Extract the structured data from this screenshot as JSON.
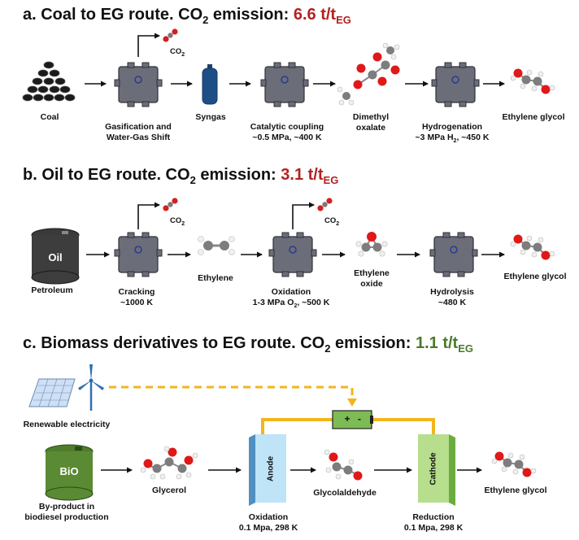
{
  "sections": {
    "a": {
      "title_prefix": "a. Coal to EG route. CO",
      "title_sub": "2",
      "title_mid": " emission: ",
      "value": "6.6 t/t",
      "value_sub": "EG",
      "labels": {
        "coal": "Coal",
        "gasification_1": "Gasification and",
        "gasification_2": "Water-Gas Shift",
        "syngas": "Syngas",
        "coupling_1": "Catalytic coupling",
        "coupling_2": "~0.5 MPa, ~400 K",
        "dmo_1": "Dimethyl",
        "dmo_2": "oxalate",
        "hydrogenation_1": "Hydrogenation",
        "hydrogenation_2_pre": "~3 MPa H",
        "hydrogenation_2_sub": "2",
        "hydrogenation_2_post": ", ~450 K",
        "eg": "Ethylene glycol",
        "co2_main": "CO",
        "co2_sub": "2"
      }
    },
    "b": {
      "title_prefix": "b. Oil to EG route. CO",
      "title_sub": "2",
      "title_mid": " emission: ",
      "value": "3.1 t/t",
      "value_sub": "EG",
      "labels": {
        "barrel": "Oil",
        "petroleum": "Petroleum",
        "cracking_1": "Cracking",
        "cracking_2": "~1000 K",
        "ethylene": "Ethylene",
        "oxidation_1": "Oxidation",
        "oxidation_2_pre": "1-3 MPa O",
        "oxidation_2_sub": "2",
        "oxidation_2_post": ", ~500 K",
        "eo_1": "Ethylene",
        "eo_2": "oxide",
        "hydrolysis_1": "Hydrolysis",
        "hydrolysis_2": "~480 K",
        "eg": "Ethylene glycol",
        "co2_main": "CO",
        "co2_sub": "2"
      }
    },
    "c": {
      "title_prefix": "c. Biomass derivatives to EG route. CO",
      "title_sub": "2",
      "title_mid": " emission: ",
      "value": "1.1 t/t",
      "value_sub": "EG",
      "labels": {
        "renewable": "Renewable electricity",
        "bio": "BiO",
        "byproduct_1": "By-product in",
        "byproduct_2": "biodiesel production",
        "glycerol": "Glycerol",
        "anode": "Anode",
        "glycolaldehyde": "Glycolaldehyde",
        "cathode": "Cathode",
        "eg": "Ethylene glycol",
        "oxidation_1": "Oxidation",
        "oxidation_2": "0.1 Mpa, 298 K",
        "reduction_1": "Reduction",
        "reduction_2": "0.1 Mpa, 298 K",
        "plus": "+",
        "minus": "-"
      }
    }
  },
  "colors": {
    "red_value": "#b22222",
    "green_value": "#4a7a2c",
    "reactor": "#6b6e78",
    "wire": "#f2b51c",
    "anode": "#bfe3f7",
    "cathode": "#b6de8c"
  }
}
